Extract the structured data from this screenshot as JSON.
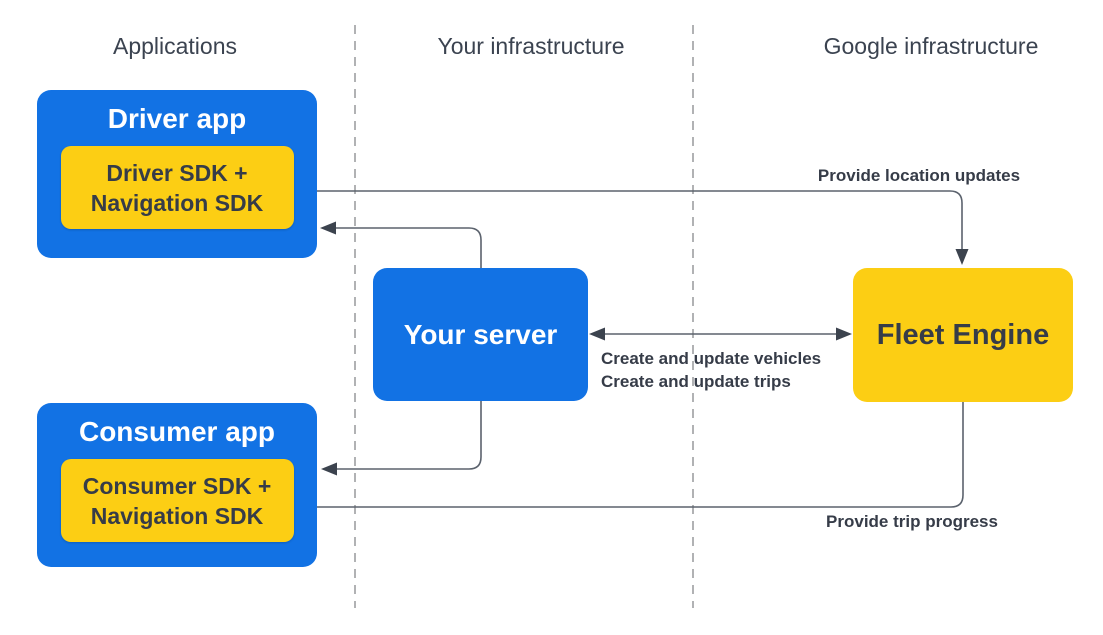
{
  "columns": {
    "applications": "Applications",
    "your_infrastructure": "Your infrastructure",
    "google_infrastructure": "Google infrastructure"
  },
  "nodes": {
    "driver_app": {
      "title": "Driver app",
      "sdk_line1": "Driver SDK +",
      "sdk_line2": "Navigation SDK"
    },
    "consumer_app": {
      "title": "Consumer app",
      "sdk_line1": "Consumer SDK +",
      "sdk_line2": "Navigation SDK"
    },
    "your_server": {
      "title": "Your server"
    },
    "fleet_engine": {
      "title": "Fleet Engine"
    }
  },
  "edges": {
    "provide_location_updates": {
      "label": "Provide location updates",
      "from": "driver-sdk",
      "to": "fleet-engine"
    },
    "server_to_driver_app": {
      "from": "your-server",
      "to": "driver-app"
    },
    "create_and_update": {
      "line1": "Create and update vehicles",
      "line2": "Create and update trips",
      "from": "your-server",
      "to": "fleet-engine",
      "bidirectional": true
    },
    "server_to_consumer_app": {
      "from": "your-server",
      "to": "consumer-app"
    },
    "provide_trip_progress": {
      "label": "Provide trip progress",
      "from": "fleet-engine",
      "to": "consumer-sdk"
    }
  },
  "colors": {
    "node_blue": "#1272E4",
    "node_yellow": "#FCCE14",
    "header_text": "#3B4350",
    "dark_text": "#363C48",
    "line_color": "#5B626D",
    "arrowhead": "#3C434E",
    "separator": "#97999C"
  }
}
